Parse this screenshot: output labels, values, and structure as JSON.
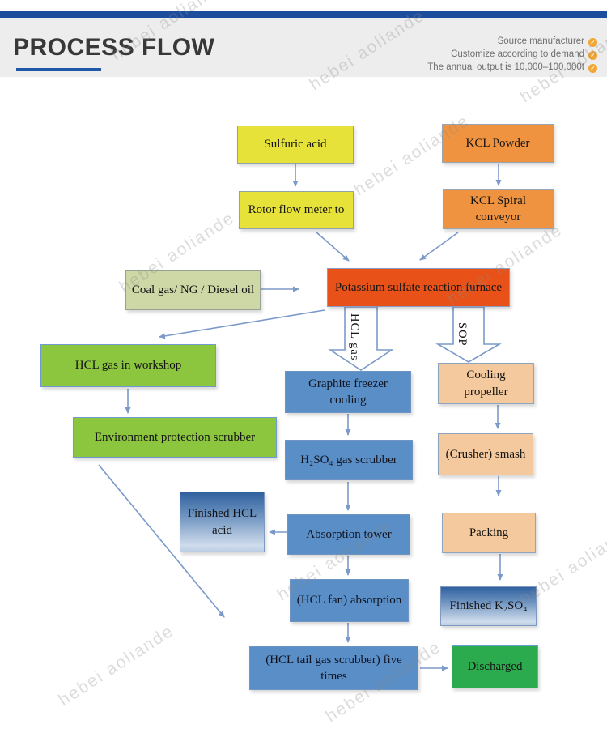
{
  "header": {
    "title": "PROCESS FLOW",
    "check": "✓",
    "features": [
      "Source manufacturer",
      "Customize according to demand",
      "The annual output is 10,000–100,000t"
    ]
  },
  "watermark_text": "hebei aoliande",
  "flow": {
    "duct_labels": {
      "hcl_gas": "HCL gas",
      "sop": "SOP"
    },
    "nodes": {
      "sulfuric_acid": "Sulfuric acid",
      "kcl_powder": "KCL Powder",
      "rotor_flow_meter": "Rotor flow meter to",
      "kcl_spiral_conveyor": "KCL Spiral conveyor",
      "coal_gas": "Coal gas/ NG / Diesel oil",
      "furnace": "Potassium sulfate reaction furnace",
      "hcl_workshop": "HCL gas in workshop",
      "env_scrubber": "Environment protection scrubber",
      "graphite_cooling": "Graphite freezer cooling",
      "h2so4_scrubber": "H₂SO₄ gas scrubber",
      "finished_hcl": "Finished HCL acid",
      "absorption_tower": "Absorption tower",
      "hcl_fan": "(HCL fan) absorption",
      "tail_gas_scrubber": "(HCL tail gas scrubber) five times",
      "cooling_propeller": "Cooling propeller",
      "crusher": "(Crusher) smash",
      "packing": "Packing",
      "finished_k2so4": "Finished K₂SO₄",
      "discharged": "Discharged"
    },
    "colors": {
      "accent_bar": "#1d4e9e",
      "badge": "#f2a634",
      "yellow": "#e6e23a",
      "orange": "#ef9340",
      "red_orange": "#e85218",
      "olive": "#cdd8a6",
      "green": "#8cc63f",
      "blue": "#5a8ec6",
      "peach": "#f4c99d",
      "bright_green": "#2bab4d",
      "gradient_top": "#30619f",
      "gradient_bottom": "#bccee4",
      "arrow": "#7b9ac9"
    }
  }
}
